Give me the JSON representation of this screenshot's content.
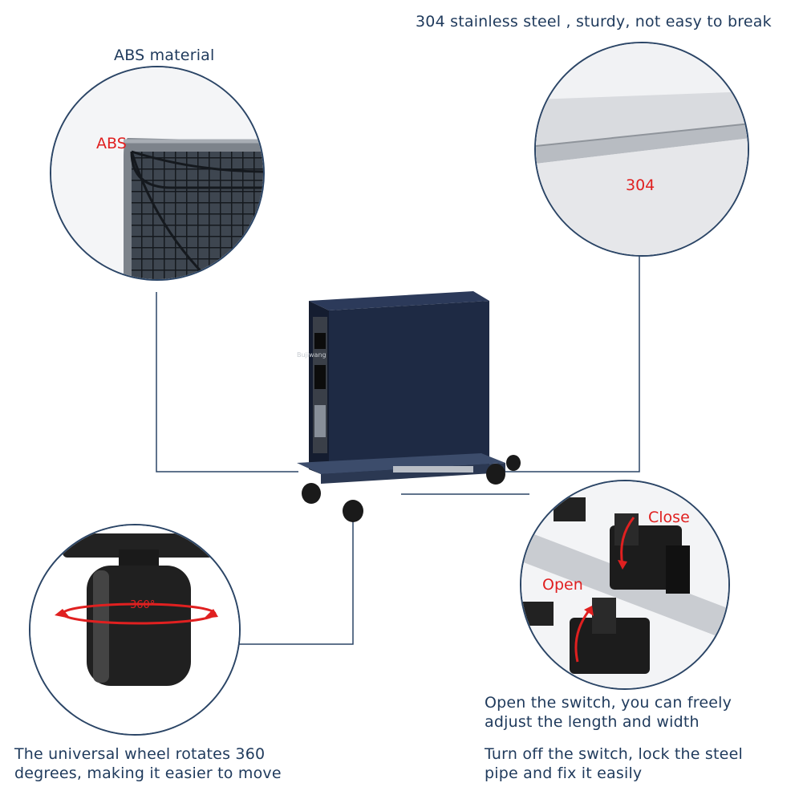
{
  "captions": {
    "abs_material": "ABS material",
    "stainless": "304 stainless steel , sturdy, not easy to break",
    "wheel_line1": "The universal wheel rotates 360",
    "wheel_line2": "degrees, making it easier to move",
    "switch_open_line1": "Open the switch, you can freely",
    "switch_open_line2": "adjust the length and width",
    "switch_close_line1": "Turn off the switch, lock the steel",
    "switch_close_line2": "pipe and fix it easily"
  },
  "tags": {
    "abs": "ABS",
    "steel": "304",
    "rotation": "360°",
    "close": "Close",
    "open": "Open"
  },
  "product": {
    "brand_label": "Bujiwang"
  },
  "colors": {
    "accent_red": "#e02020",
    "caption_navy": "#1f3a5c",
    "outline": "#2b4566"
  }
}
